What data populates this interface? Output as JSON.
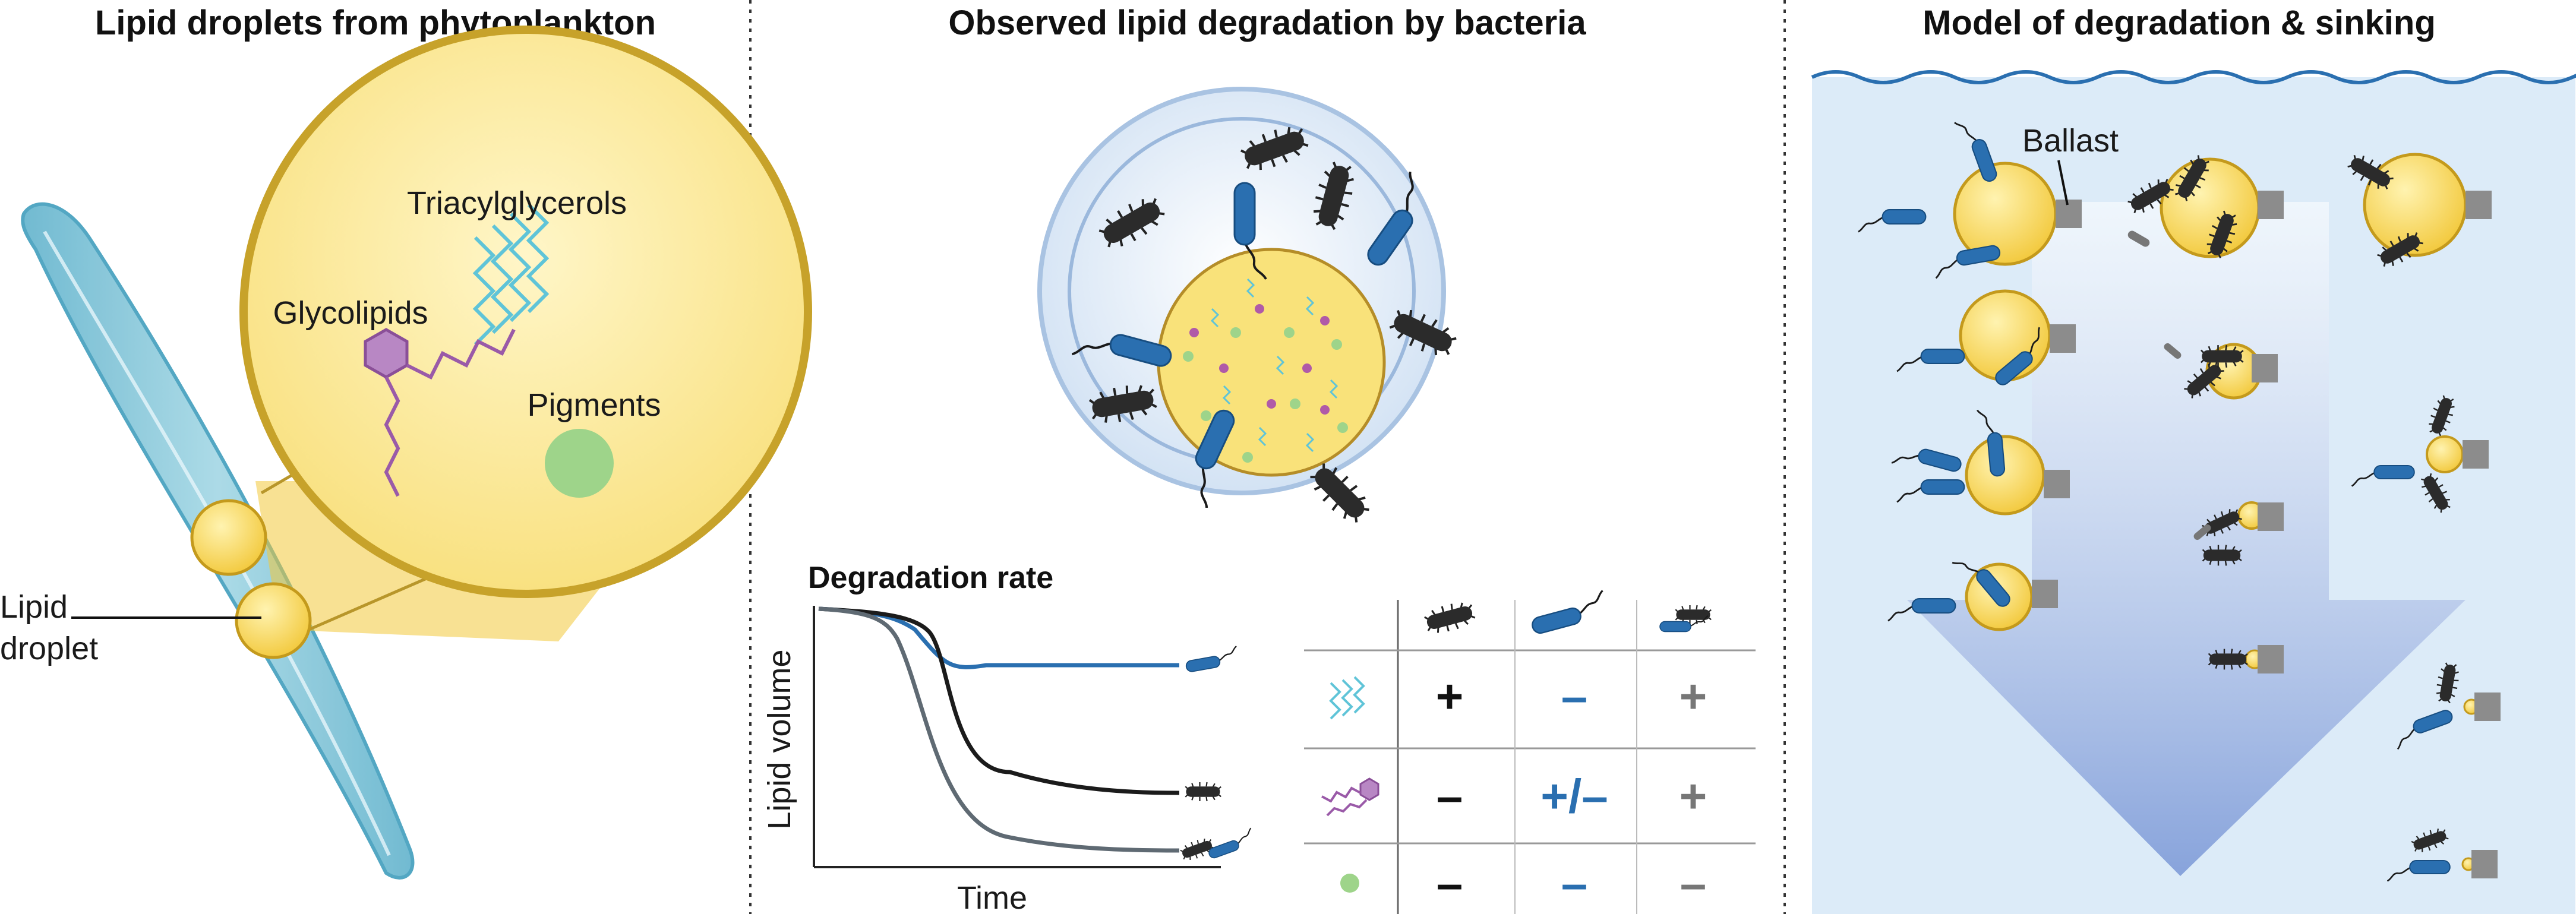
{
  "panels": {
    "left_title": "Lipid droplets from phytoplankton",
    "middle_title": "Observed lipid degradation by bacteria",
    "right_title": "Model of degradation & sinking"
  },
  "left": {
    "label_triacylglycerols": "Triacylglycerols",
    "label_glycolipids": "Glycolipids",
    "label_pigments": "Pigments",
    "label_lipid_line1": "Lipid",
    "label_lipid_line2": "droplet"
  },
  "chart": {
    "title": "Degradation rate",
    "ylabel": "Lipid volume",
    "xlabel": "Time"
  },
  "table": {
    "rows": [
      {
        "row": "triacylglycerols",
        "cells": [
          "+",
          "–",
          "+"
        ]
      },
      {
        "row": "glycolipids",
        "cells": [
          "–",
          "+/–",
          "+"
        ]
      },
      {
        "row": "pigments",
        "cells": [
          "–",
          "–",
          "–"
        ]
      }
    ]
  },
  "model": {
    "label_ballast": "Ballast"
  },
  "colors": {
    "cell_blue": "#2a6fb0",
    "bacterium_black": "#222222",
    "lipid_yellow": "#f2c83a",
    "sea_blue": "#dcebf8",
    "arrow_blue": "#8aa7dc",
    "glycolipid_purple": "#9a5aa8",
    "triacyl_cyan": "#5fc4d8",
    "pigment_green": "#9ed48a",
    "ballast_gray": "#8c8c8c"
  }
}
